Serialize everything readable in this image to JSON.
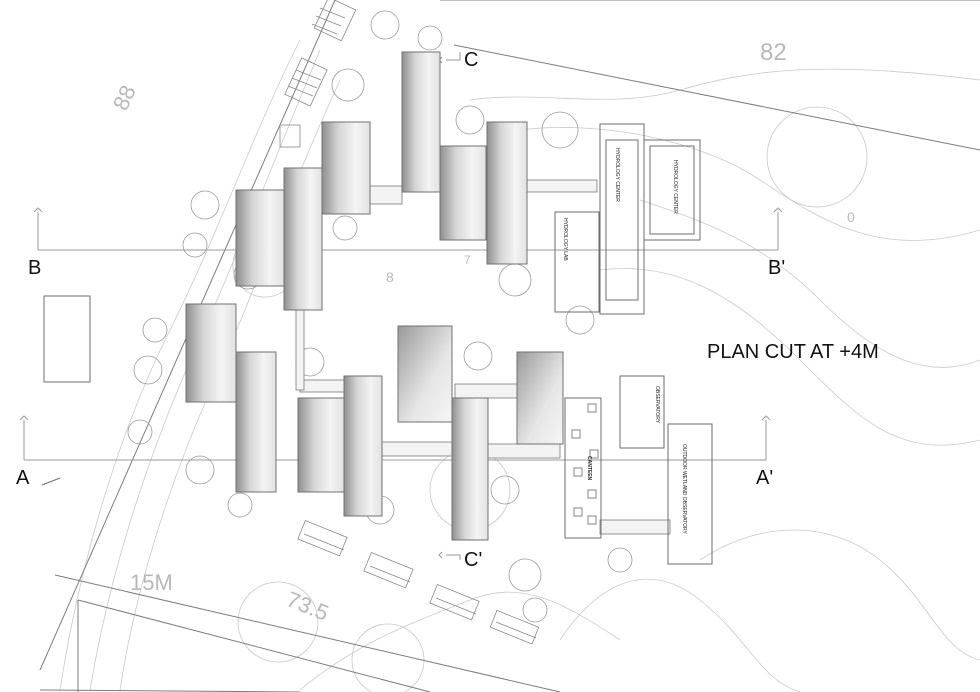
{
  "title": "PLAN CUT AT +4M",
  "section_labels": {
    "a": "A",
    "a_prime": "A'",
    "b": "B",
    "b_prime": "B'",
    "c": "C",
    "c_prime": "C'"
  },
  "spot_levels": {
    "top_right": "82",
    "top_left": "88",
    "bottom_left": "15M",
    "bottom_mid": "73.5",
    "right": "0",
    "center": "8",
    "mid": "7"
  },
  "rooms": {
    "hydrology_center_1": "HYDROLOGY CENTER",
    "hydrology_center_2": "HYDROLOGY CENTER",
    "hydrology_lab": "HYDROLOGY LAB",
    "observatory": "OBSERVATORY",
    "canteen": "CANTEEN",
    "outdoor_wetland": "OUTDOOR WETLAND OBSERVATORY"
  },
  "colors": {
    "background": "#ffffff",
    "linework": "#7c7c7c",
    "contours": "#c9c9c9",
    "building_shade_dark": "#8f8f8f",
    "building_shade_light": "#f2f2f2"
  }
}
